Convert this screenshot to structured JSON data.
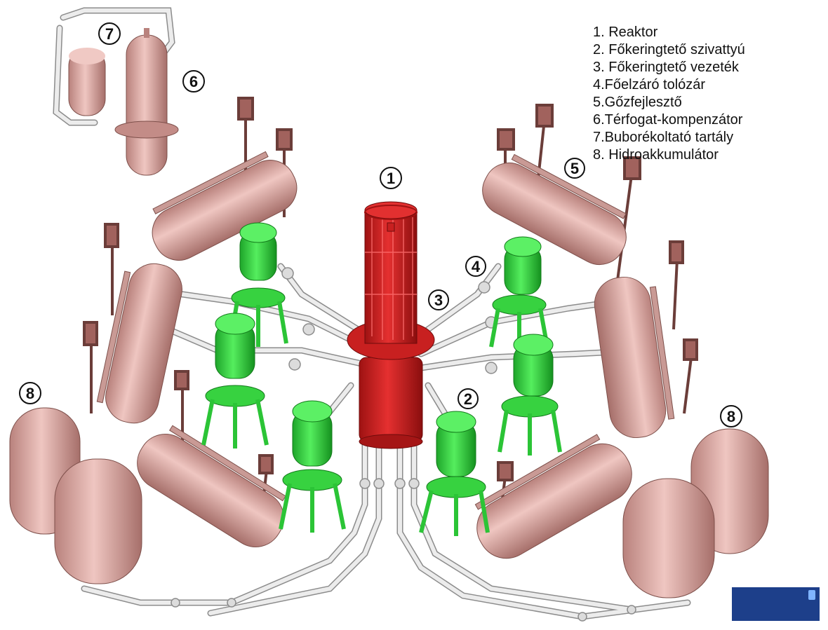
{
  "legend": {
    "items": [
      "1. Reaktor",
      "2. Főkeringtető szivattyú",
      "3. Főkeringtető vezeték",
      "4.Főelzáró tolózár",
      "5.Gőzfejlesztő",
      "6.Térfogat-kompenzátor",
      "7.Buborékoltató tartály",
      "8. Hidroakkumulátor"
    ]
  },
  "callouts": {
    "reactor": "1",
    "pump": "2",
    "pipe": "3",
    "valve": "4",
    "steam_generator": "5",
    "pressurizer": "6",
    "bubbler_tank": "7",
    "accumulator_left": "8",
    "accumulator_right": "8"
  },
  "colors": {
    "reactor": "#d32121",
    "pump": "#2fd43a",
    "vessel": "#e3b1ac",
    "vessel_shade": "#b77f7a",
    "pipe": "#e4e4e4",
    "pipe_edge": "#8c8c8c"
  },
  "logo": {
    "text_top": "",
    "text_bottom": ""
  }
}
